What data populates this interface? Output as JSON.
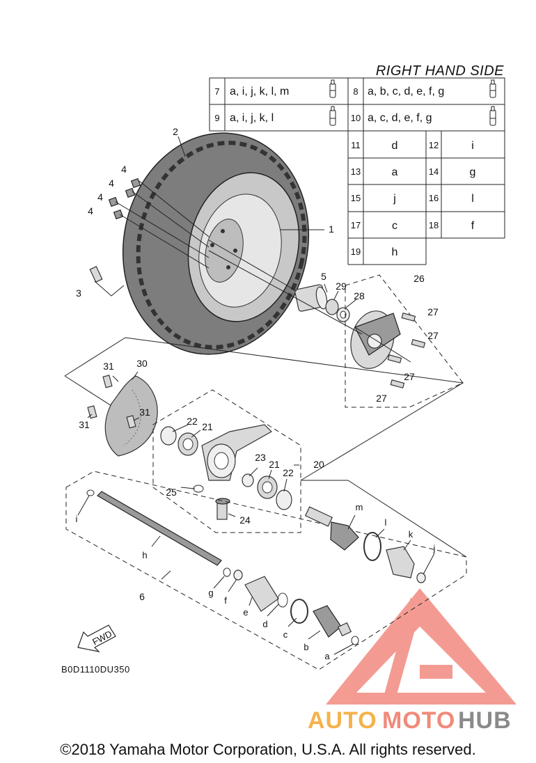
{
  "diagram": {
    "table_title": "RIGHT HAND SIDE",
    "kit_rows": [
      {
        "num": "7",
        "items": "a, i, j, k, l, m"
      },
      {
        "num": "8",
        "items": "a, b, c, d, e, f, g"
      },
      {
        "num": "9",
        "items": "a, i, j, k, l"
      },
      {
        "num": "10",
        "items": "a, c, d, e, f, g"
      }
    ],
    "part_map": [
      {
        "num": "11",
        "letter": "d"
      },
      {
        "num": "12",
        "letter": "i"
      },
      {
        "num": "13",
        "letter": "a"
      },
      {
        "num": "14",
        "letter": "g"
      },
      {
        "num": "15",
        "letter": "j"
      },
      {
        "num": "16",
        "letter": "l"
      },
      {
        "num": "17",
        "letter": "c"
      },
      {
        "num": "18",
        "letter": "f"
      },
      {
        "num": "19",
        "letter": "h"
      }
    ],
    "callouts": {
      "n1": "1",
      "n2": "2",
      "n3": "3",
      "n4a": "4",
      "n4b": "4",
      "n4c": "4",
      "n4d": "4",
      "n5": "5",
      "n6": "6",
      "n20": "20",
      "n21a": "21",
      "n21b": "21",
      "n22a": "22",
      "n22b": "22",
      "n23": "23",
      "n24": "24",
      "n25": "25",
      "n26": "26",
      "n27a": "27",
      "n27b": "27",
      "n27c": "27",
      "n27d": "27",
      "n28": "28",
      "n29": "29",
      "n30": "30",
      "n31a": "31",
      "n31b": "31",
      "n31c": "31",
      "la": "a",
      "lb": "b",
      "lc": "c",
      "ld": "d",
      "le": "e",
      "lf": "f",
      "lg": "g",
      "lh": "h",
      "li": "i",
      "lj": "j",
      "lk": "k",
      "ll": "l",
      "lm": "m"
    },
    "fwd_label": "FWD",
    "diagram_code": "B0D1110DU350",
    "copyright": "©2018 Yamaha Motor Corporation, U.S.A. All rights reserved."
  },
  "watermark": {
    "word_1": "AUTO",
    "word_2": "MOTO",
    "word_3": "HUB",
    "color_1": "#f5b24a",
    "color_2": "#f08a7a",
    "color_3": "#8a8a8a",
    "logo_color": "#f07a6e"
  }
}
